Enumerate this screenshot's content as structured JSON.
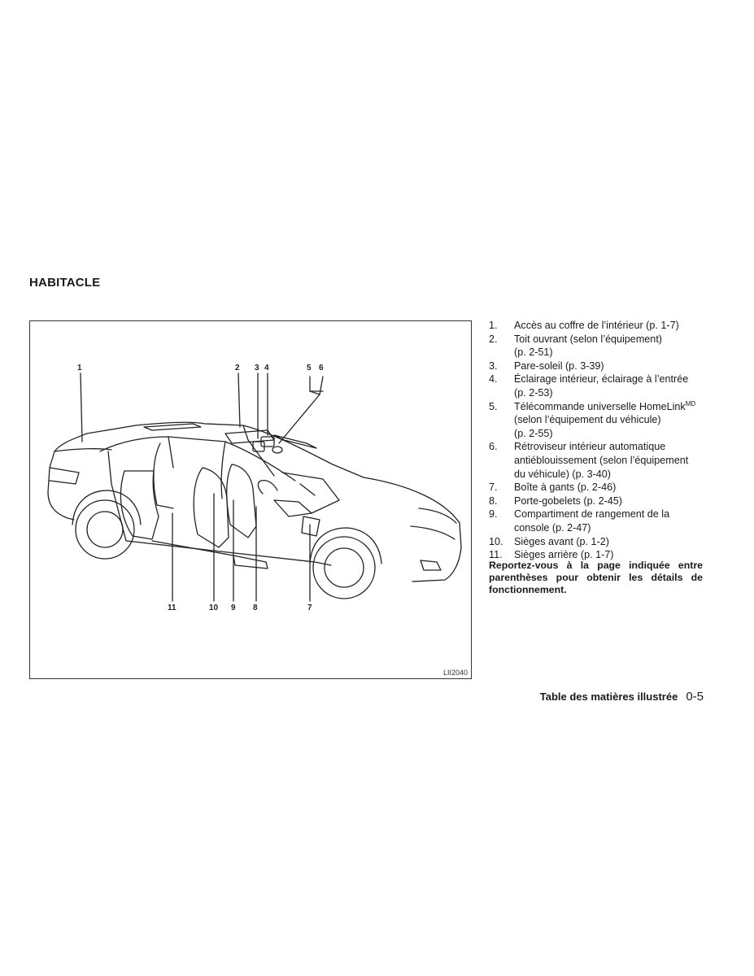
{
  "section_title": "HABITACLE",
  "figure": {
    "code": "LII2040",
    "callouts": [
      "1",
      "2",
      "3",
      "4",
      "5",
      "6",
      "7",
      "8",
      "9",
      "10",
      "11"
    ]
  },
  "items": [
    {
      "num": "1.",
      "lines": [
        "Accès au coffre de l’intérieur (p. 1-7)"
      ]
    },
    {
      "num": "2.",
      "lines": [
        "Toit ouvrant (selon l’équipement)",
        "(p. 2-51)"
      ]
    },
    {
      "num": "3.",
      "lines": [
        "Pare-soleil (p. 3-39)"
      ]
    },
    {
      "num": "4.",
      "lines": [
        "Éclairage intérieur, éclairage à l’entrée",
        "(p. 2-53)"
      ]
    },
    {
      "num": "5.",
      "text_before_sup": "Télécommande universelle HomeLink",
      "sup": "MD",
      "lines": [
        "(selon l’équipement du véhicule)",
        "(p. 2-55)"
      ]
    },
    {
      "num": "6.",
      "lines": [
        "Rétroviseur intérieur automatique",
        "antiéblouissement (selon l’équipement",
        "du véhicule) (p. 3-40)"
      ]
    },
    {
      "num": "7.",
      "lines": [
        "Boîte à gants (p. 2-46)"
      ]
    },
    {
      "num": "8.",
      "lines": [
        "Porte-gobelets (p. 2-45)"
      ]
    },
    {
      "num": "9.",
      "lines": [
        "Compartiment de rangement de la",
        "console (p. 2-47)"
      ]
    },
    {
      "num": "10.",
      "lines": [
        "Sièges avant (p. 1-2)"
      ]
    },
    {
      "num": "11.",
      "lines": [
        "Sièges arrière (p. 1-7)"
      ]
    }
  ],
  "note": "Reportez-vous à la page indiquée entre parenthèses pour obtenir les détails de fonctionnement.",
  "footer": {
    "title": "Table des matières illustrée",
    "page": "0-5"
  }
}
